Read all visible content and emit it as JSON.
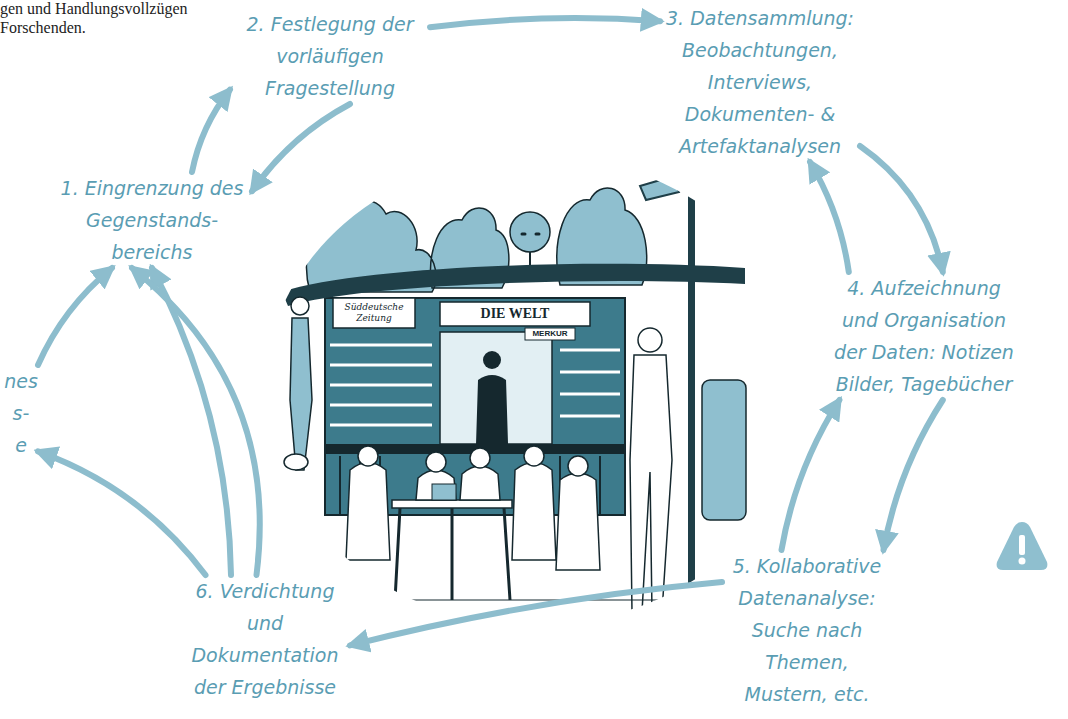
{
  "diagram": {
    "nodes": [
      {
        "text": [
          "1. Eingrenzung des Gegenstands- bereichs"
        ]
      },
      {
        "text": [
          "2. Festlegung der vorläufigen Fragestellung"
        ]
      },
      {
        "text": [
          "3. Datensammlung: Beobachtungen, Interviews, Dokumenten- & Artefaktanalysen"
        ]
      },
      {
        "text": [
          "4. Aufzeichnung und Organisation der Daten: Notizen Bilder, Tagebücher"
        ]
      },
      {
        "text": [
          "5. Kollaborative Datenanalyse: Suche nach Themen, Mustern, etc."
        ]
      },
      {
        "text": [
          "6. Verdichtung und Dokumentation der Ergebnisse"
        ]
      },
      {
        "text": [
          "nes s- e"
        ]
      }
    ],
    "edges": [
      {
        "from": 0,
        "to": 1,
        "arrow": "to"
      },
      {
        "from": 1,
        "to": 0,
        "arrow": "to"
      },
      {
        "from": 1,
        "to": 2,
        "arrow": "to"
      },
      {
        "from": 2,
        "to": 3,
        "arrow": "to"
      },
      {
        "from": 3,
        "to": 2,
        "arrow": "to"
      },
      {
        "from": 3,
        "to": 4,
        "arrow": "to"
      },
      {
        "from": 4,
        "to": 3,
        "arrow": "to"
      },
      {
        "from": 4,
        "to": 5,
        "arrow": "to"
      },
      {
        "from": 5,
        "to": 0,
        "arrow": "to"
      },
      {
        "from": 5,
        "to": 0,
        "arrow": "to"
      },
      {
        "from": 5,
        "to": 6,
        "arrow": "to"
      },
      {
        "from": 6,
        "to": 0,
        "arrow": "to"
      }
    ],
    "labels": [
      "gen und Handlungsvollzügen",
      "Forschenden.",
      "Süddeutsche Zeitung",
      "DIE WELT",
      "MERKUR"
    ]
  }
}
